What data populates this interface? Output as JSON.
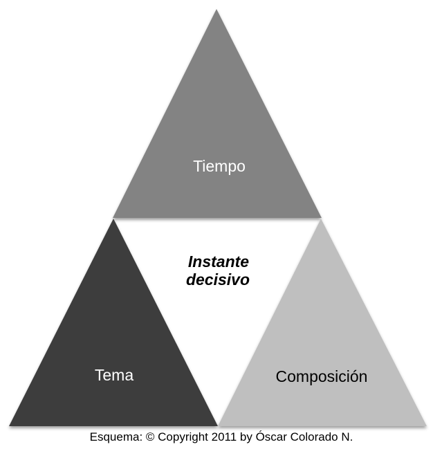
{
  "diagram": {
    "name": "instante-decisivo-triangle-scheme",
    "caption": "Esquema: © Copyright 2011 by Óscar Colorado N.",
    "triangles": {
      "tiempo": {
        "label": "Tiempo",
        "fill": "#838383",
        "text_color": "#ffffff"
      },
      "tema": {
        "label": "Tema",
        "fill": "#3e3e3e",
        "text_color": "#ffffff"
      },
      "composicion": {
        "label": "Composición",
        "fill": "#bfbfbf",
        "text_color": "#000000"
      },
      "center": {
        "label_line1": "Instante",
        "label_line2": "decisivo",
        "fill": "#ffffff",
        "text_color": "#000000"
      }
    },
    "colors": {
      "background": "#ffffff",
      "shadow": "rgba(0,0,0,0.4)"
    }
  }
}
